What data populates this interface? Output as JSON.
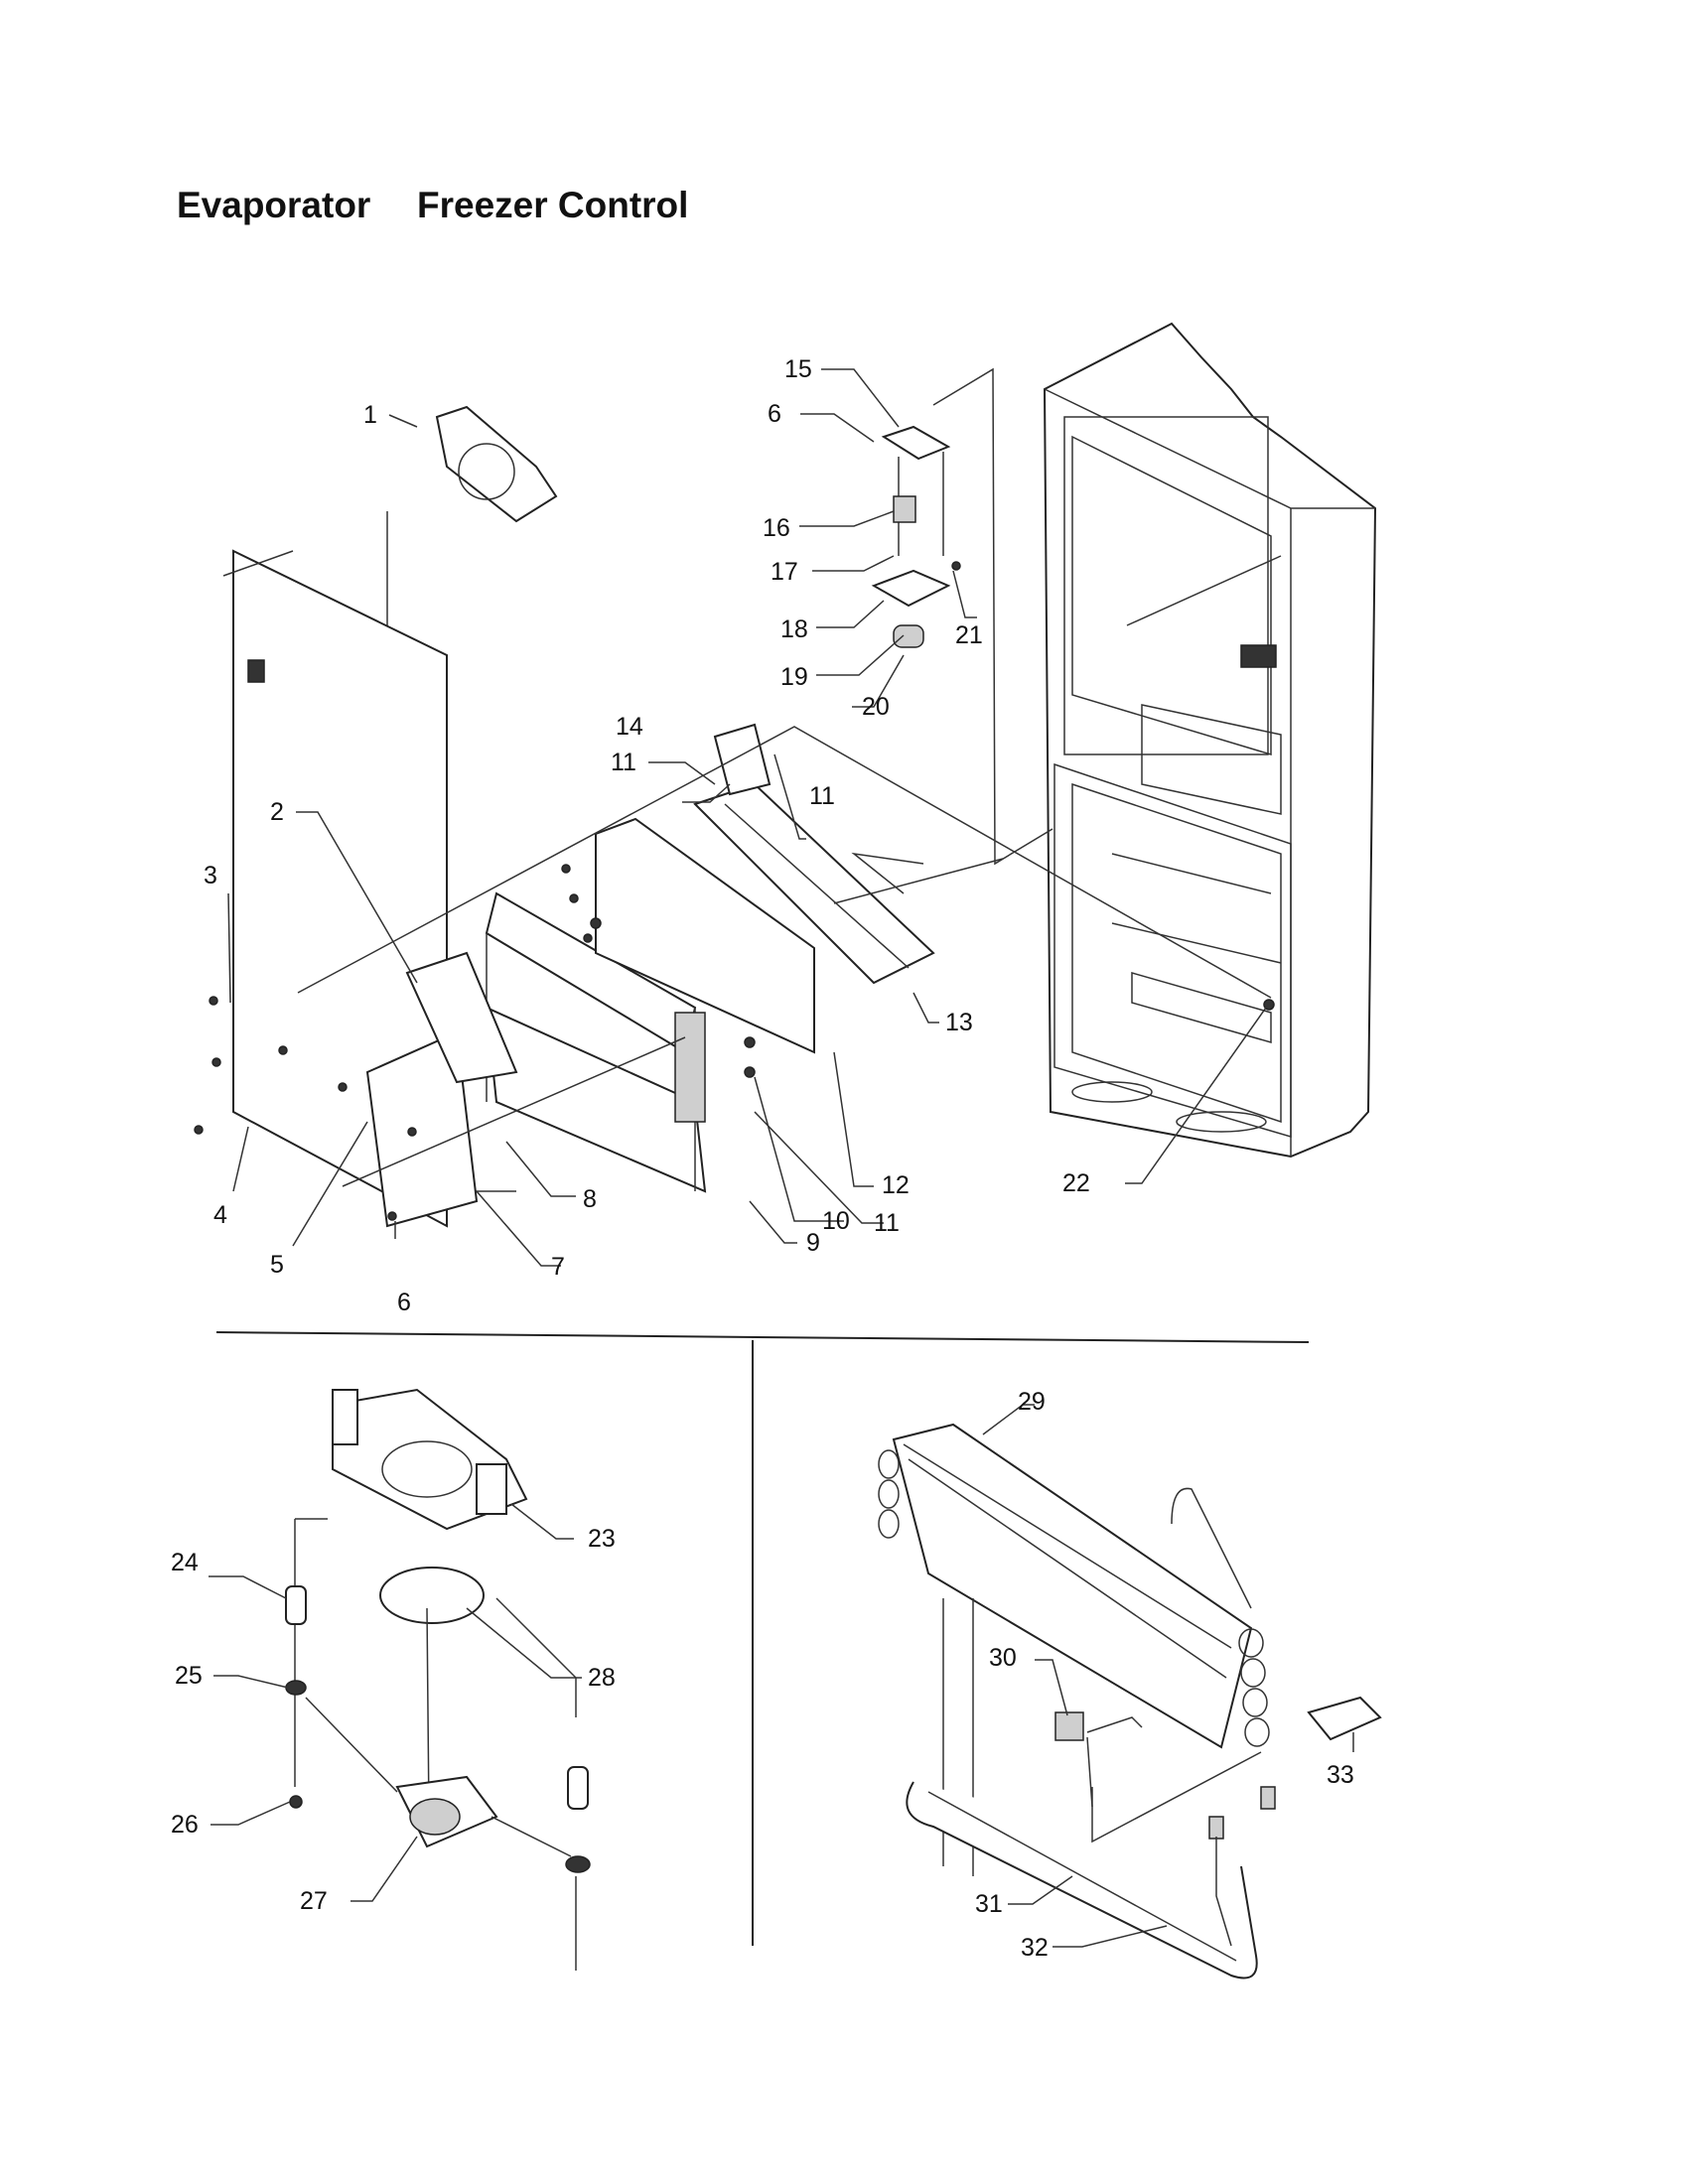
{
  "title_parts": [
    "Evaporator",
    "Freezer Control"
  ],
  "callouts": [
    "1",
    "2",
    "3",
    "4",
    "5",
    "6",
    "7",
    "8",
    "9",
    "10",
    "11",
    "12",
    "13",
    "14",
    "15",
    "16",
    "17",
    "18",
    "19",
    "20",
    "21",
    "22",
    "23",
    "24",
    "25",
    "26",
    "27",
    "28",
    "29",
    "30",
    "31",
    "32",
    "33"
  ]
}
